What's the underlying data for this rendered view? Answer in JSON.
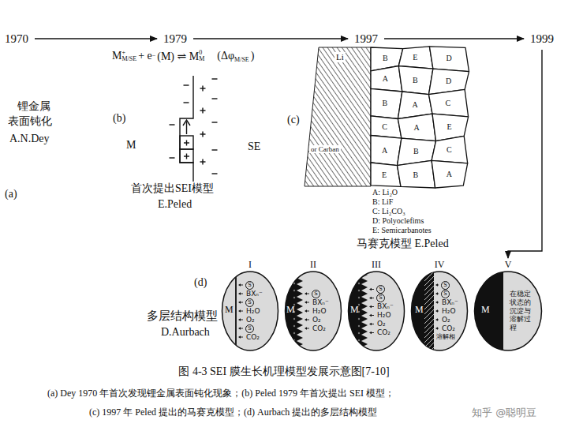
{
  "diagram": {
    "caption": "图 4-3  SEI 膜生长机理模型发展示意图[7-10]",
    "nodes": [
      {
        "text": [
          "1970"
        ]
      },
      {
        "text": [
          "1979"
        ]
      },
      {
        "text": [
          "1997"
        ]
      },
      {
        "text": [
          "1999"
        ]
      },
      {
        "text": [
          "I",
          "M",
          "S",
          "BXₙ⁻",
          "S",
          "H₂O",
          "O₂",
          "S",
          "CO₂"
        ]
      },
      {
        "text": [
          "II",
          "M",
          "S",
          "BXₙ⁻",
          "H₂O",
          "O₂",
          "CO₂"
        ]
      },
      {
        "text": [
          "III",
          "M",
          "S",
          "S",
          "BXₙ⁻",
          "H₂O",
          "O₂",
          "CO₂"
        ]
      },
      {
        "text": [
          "IV",
          "M",
          "S",
          "S",
          "BXₙ⁻",
          "H₂O",
          "O₂",
          "CO₂",
          "溶解相"
        ]
      },
      {
        "text": [
          "V",
          "M",
          "在稳定状态的沉淀与溶解过程"
        ]
      }
    ],
    "edges": [
      {
        "from": 0,
        "to": 1,
        "arrow": "to"
      },
      {
        "from": 1,
        "to": 2,
        "arrow": "to"
      },
      {
        "from": 2,
        "to": 3,
        "arrow": "to"
      },
      {
        "from": 3,
        "to": 8,
        "arrow": "to"
      }
    ],
    "labels": [
      "锂金属",
      "表面钝化",
      "A.N.Dey",
      "(a)",
      "M",
      "+",
      "M/SE",
      "+ e",
      "−",
      "(M) ⇌ M",
      "0",
      "M",
      "(Δφ",
      "M/SE",
      ")",
      "(b)",
      "M",
      "SE",
      "首次提出SEI模型",
      "E.Peled",
      "(c)",
      "Li",
      "or Carban",
      "B",
      "E",
      "D",
      "A",
      "B",
      "D",
      "B",
      "A",
      "C",
      "C",
      "A",
      "E",
      "A",
      "B",
      "C",
      "E",
      "B",
      "A",
      "A: Li₂O",
      "B: LiF",
      "C: Li₂CO₃",
      "D: Polyoclefims",
      "E: Semicarbanotes",
      "马赛克模型 E.Peled",
      "(d)",
      "多层结构模型",
      "D.Aurbach",
      "(a) Dey 1970 年首次发现锂金属表面钝化现象；(b) Peled 1979 年首次提出 SEI 模型；",
      "(c) 1997 年 Peled 提出的马赛克模型；(d) Aurbach 提出的多层结构模型",
      "知乎 @聪明豆"
    ]
  }
}
